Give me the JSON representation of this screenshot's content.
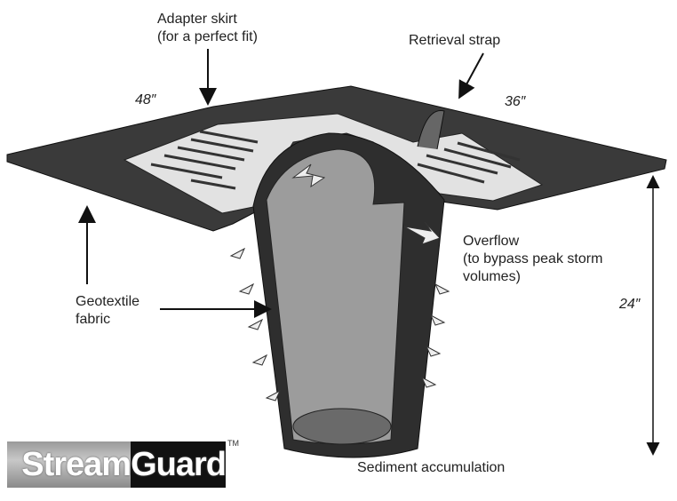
{
  "labels": {
    "adapter_skirt": "Adapter skirt",
    "adapter_skirt_note": "(for a perfect fit)",
    "retrieval_strap": "Retrieval strap",
    "overflow": "Overflow",
    "overflow_note_1": "(to bypass peak storm",
    "overflow_note_2": "volumes)",
    "geotextile_1": "Geotextile",
    "geotextile_2": "fabric",
    "sediment": "Sediment accumulation"
  },
  "dimensions": {
    "width": "48″",
    "depth": "36″",
    "height": "24″"
  },
  "logo": {
    "part1": "Stream",
    "part2": "Guard",
    "trademark": "TM"
  },
  "colors": {
    "fabric": "#3a3a3a",
    "bag_inner": "#9c9c9c",
    "skirt": "#e4e4e4"
  }
}
